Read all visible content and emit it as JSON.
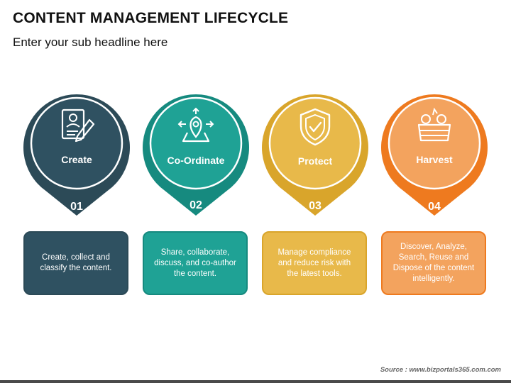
{
  "header": {
    "title": "CONTENT MANAGEMENT LIFECYCLE",
    "subtitle": "Enter your sub headline here"
  },
  "steps": [
    {
      "label": "Create",
      "number": "01",
      "description": "Create, collect and classify the content.",
      "icon": "document-pen-icon",
      "color": "#2c4a57",
      "color_light": "#2f5161",
      "ring": "#ffffff"
    },
    {
      "label": "Co-Ordinate",
      "number": "02",
      "description": "Share, collaborate, discuss, and co-author the content.",
      "icon": "location-arrows-icon",
      "color": "#168a7f",
      "color_light": "#1fa295",
      "ring": "#ffffff"
    },
    {
      "label": "Protect",
      "number": "03",
      "description": "Manage compliance and reduce risk with the latest tools.",
      "icon": "shield-check-icon",
      "color": "#d9a52b",
      "color_light": "#e8b94a",
      "ring": "#ffffff"
    },
    {
      "label": "Harvest",
      "number": "04",
      "description": "Discover, Analyze, Search, Reuse and Dispose of the content intelligently.",
      "icon": "harvest-basket-icon",
      "color": "#ee7a1f",
      "color_light": "#f3a35e",
      "ring": "#ffffff"
    }
  ],
  "footer": {
    "source": "Source : www.bizportals365.com.com"
  }
}
